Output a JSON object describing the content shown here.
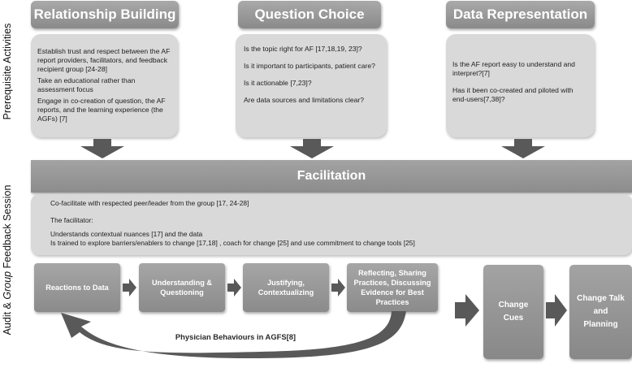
{
  "side_labels": {
    "prerequisite": "Prerequisite Activities",
    "session_prefix": "Audit & ",
    "session_emphasis": "Group",
    "session_suffix": " Feedback Session"
  },
  "columns": [
    {
      "title": "Relationship Building",
      "items": [
        "Establish trust and respect between the AF report providers, facilitators, and feedback recipient group [24-28]",
        "Take an educational rather than assessment focus",
        "Engage in co-creation of question, the AF reports, and the learning experience (the AGFs) [7]"
      ]
    },
    {
      "title": "Question Choice",
      "items": [
        "Is the topic right for AF [17,18,19, 23]?",
        "Is it important to participants, patient care?",
        "Is it actionable [7,23]?",
        "Are data sources and limitations clear?"
      ]
    },
    {
      "title": "Data Representation",
      "items": [
        "Is the AF report easy to understand and interpret?[7]",
        "Has it been co-created and piloted with end-users[7,38]?"
      ]
    }
  ],
  "facilitation": {
    "title": "Facilitation",
    "line1": "Co-facilitate with respected peer/leader from the group [17, 24-28]",
    "line2": "The facilitator:",
    "line3": "Understands contextual nuances [17] and the data",
    "line4": "Is trained to explore barriers/enablers to change [17,18] , coach for change [25] and use commitment to change tools [25]"
  },
  "steps": [
    "Reactions to Data",
    "Understanding & Questioning",
    "Justifying, Contextualizing",
    "Reflecting, Sharing Practices, Discussing Evidence for Best Practices"
  ],
  "outcomes": {
    "change_cues": "Change Cues",
    "change_talk": "Change Talk and Planning"
  },
  "feedback_loop_label": "Physician Behaviours in AGFS[8]",
  "colors": {
    "header": "#999999",
    "panel": "#d9d9d9",
    "arrow": "#595959"
  }
}
